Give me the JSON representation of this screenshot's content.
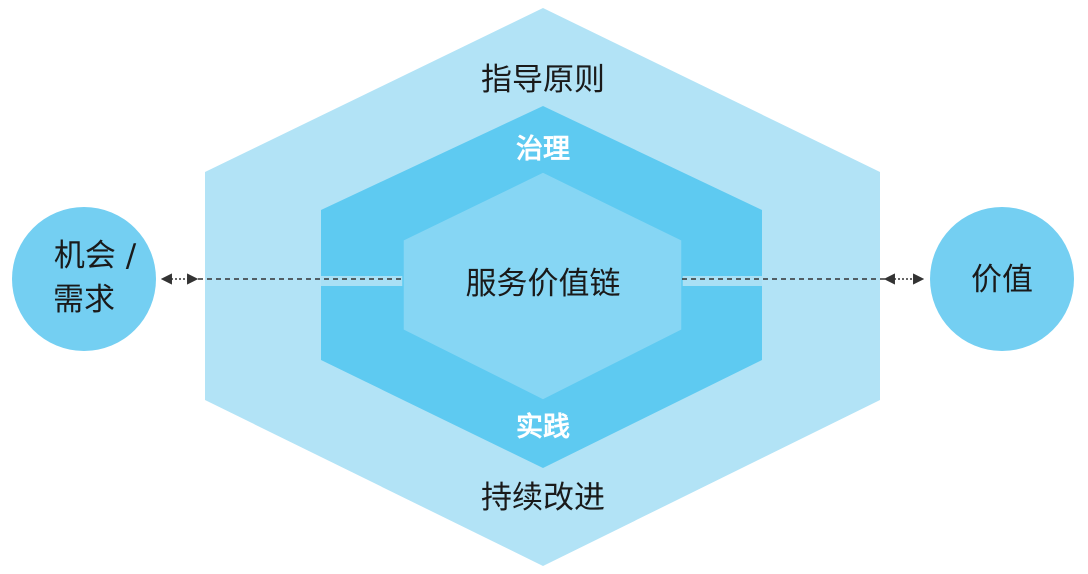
{
  "outer_ring": {
    "top_label": "指导原则",
    "bottom_label": "持续改进"
  },
  "middle_ring": {
    "top_label": "治理",
    "bottom_label": "实践"
  },
  "core": {
    "label": "服务价值链"
  },
  "input_node": {
    "line1": "机会 /",
    "line2": "需求"
  },
  "output_node": {
    "label": "价值"
  },
  "colors": {
    "outer_hexagon": "#b2e3f6",
    "middle_hexagon": "#5ecaf1",
    "inner_hexagon": "#86d6f4",
    "node_circle": "#74cff2",
    "text_dark": "#1a1a1a",
    "text_light": "#ffffff",
    "connector": "#333333"
  }
}
